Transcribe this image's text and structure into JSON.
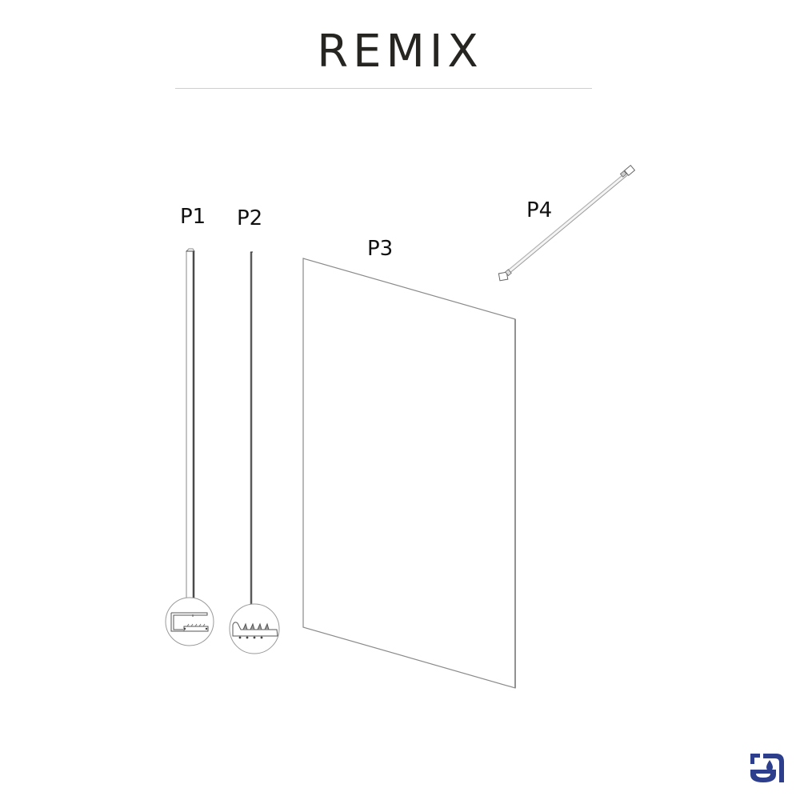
{
  "header": {
    "title": "REMIX"
  },
  "parts": [
    {
      "id": "P1",
      "label": "P1",
      "description": "wall profile with cross-section detail"
    },
    {
      "id": "P2",
      "label": "P2",
      "description": "seal strip with cross-section detail"
    },
    {
      "id": "P3",
      "label": "P3",
      "description": "glass panel"
    },
    {
      "id": "P4",
      "label": "P4",
      "description": "stabilizer bar"
    }
  ],
  "colors": {
    "title": "#262521",
    "rule": "#cfcfcf",
    "line": "#8a8a8a",
    "dark_line": "#4a4a4a",
    "logo": "#2c3e8c"
  },
  "logo": {
    "icon": "brand-logo-icon"
  }
}
